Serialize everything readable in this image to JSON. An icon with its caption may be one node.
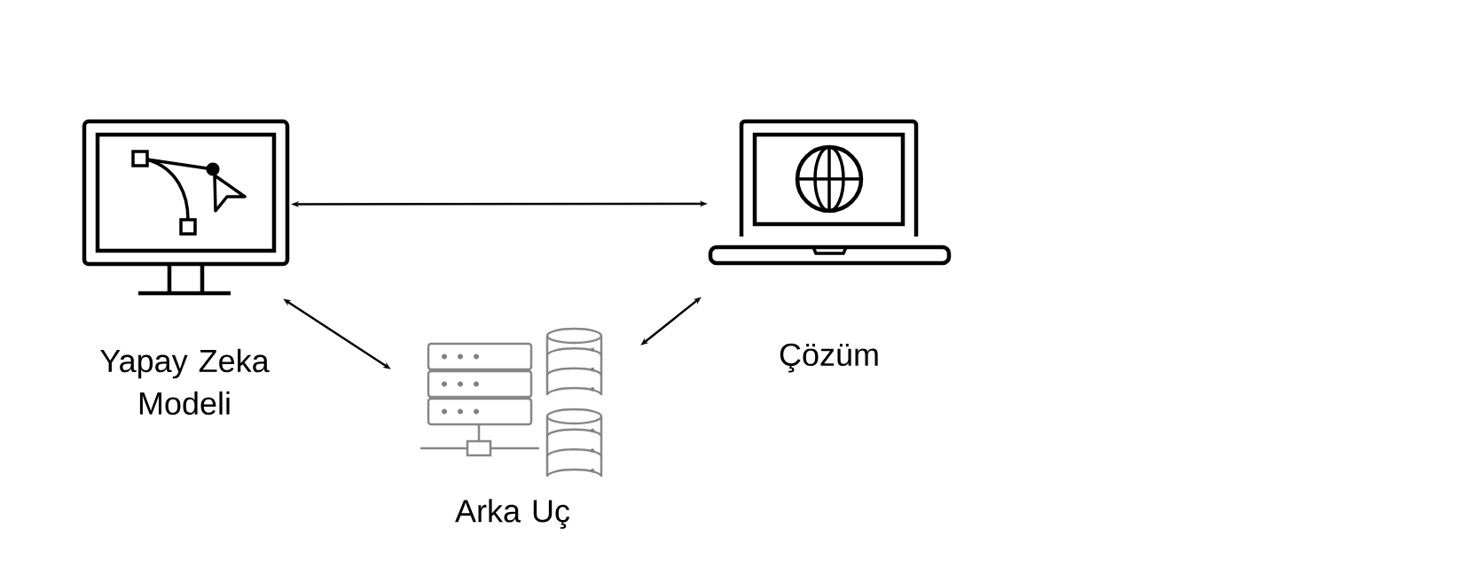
{
  "diagram": {
    "nodes": [
      {
        "text": [],
        "shape": "picture",
        "beside": [
          "Yapay Zeka Modeli"
        ]
      },
      {
        "text": [],
        "shape": "picture",
        "beside": [
          "Çözüm"
        ]
      },
      {
        "text": [],
        "shape": "picture",
        "beside": [
          "Arka Uç"
        ]
      }
    ],
    "edges": [
      {
        "from": 0,
        "to": 1,
        "arrow": "both"
      },
      {
        "from": 0,
        "to": 2,
        "arrow": "both"
      },
      {
        "from": 2,
        "to": 1,
        "arrow": "both"
      }
    ]
  }
}
